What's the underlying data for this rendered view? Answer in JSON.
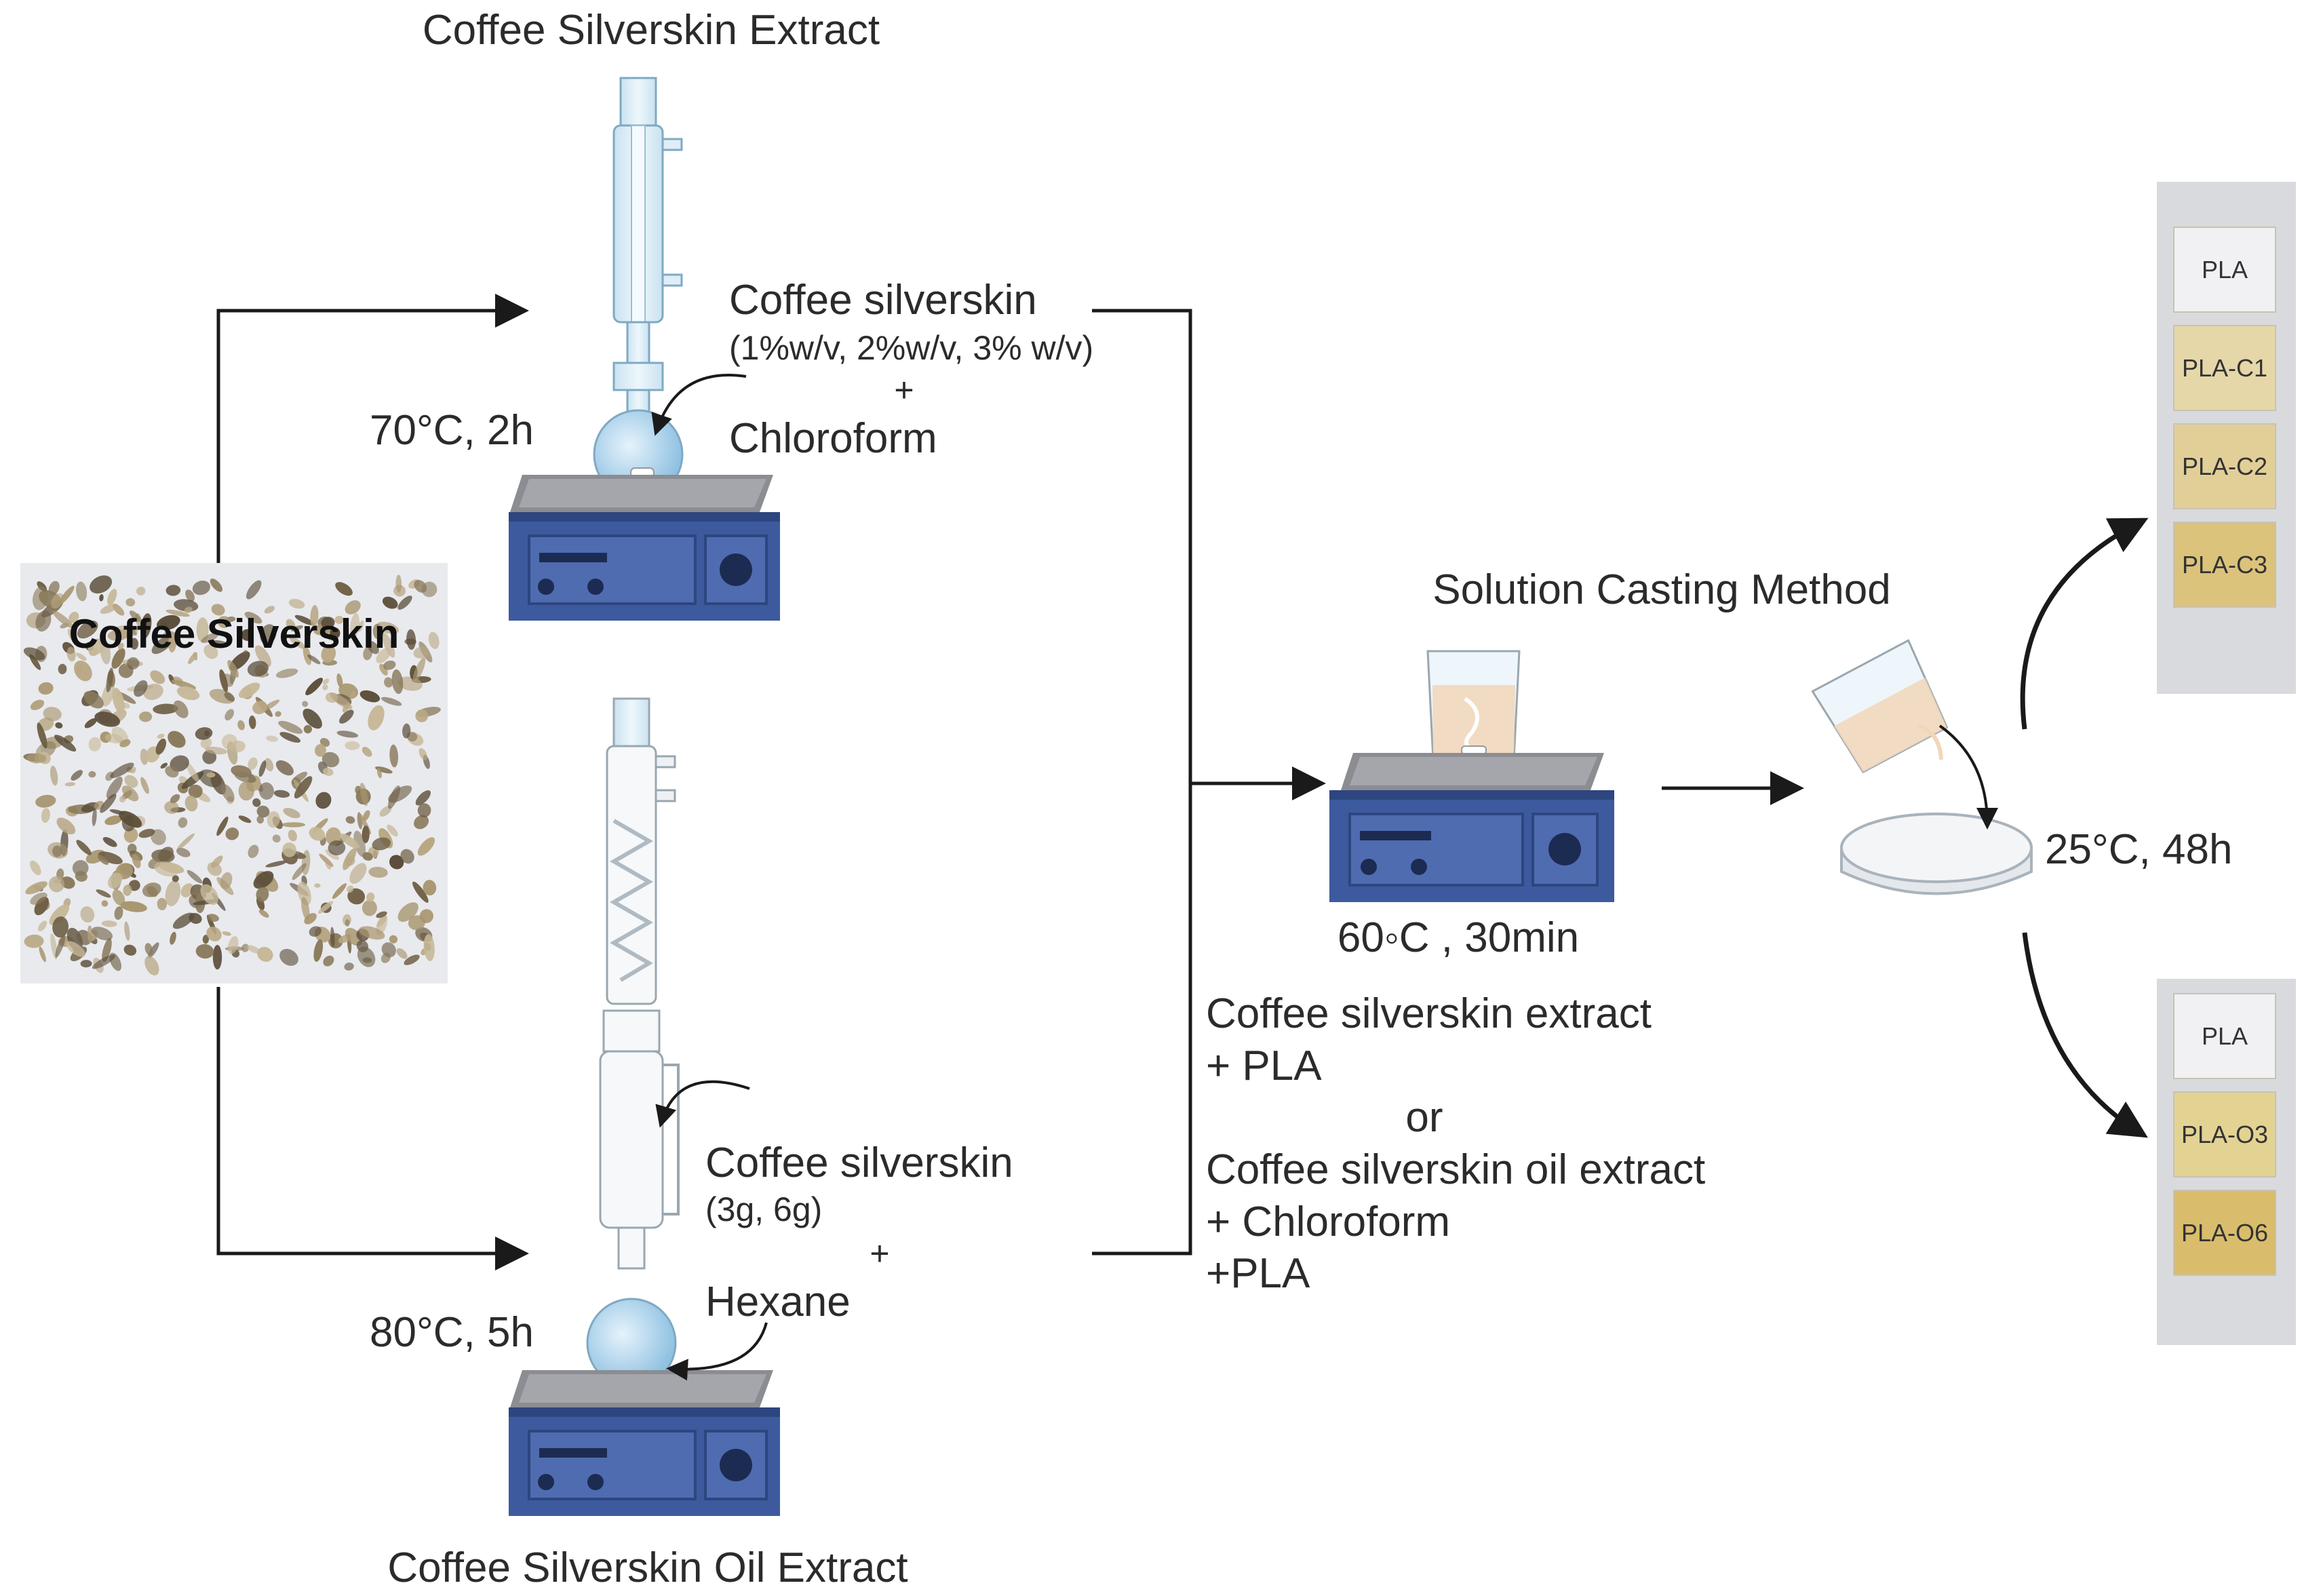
{
  "titles": {
    "top_extract": "Coffee Silverskin Extract",
    "bottom_extract": "Coffee Silverskin Oil Extract",
    "photo_label": "Coffee Silverskin",
    "casting": "Solution Casting Method"
  },
  "top_setup": {
    "reagent": "Coffee silverskin",
    "concentrations": "(1%w/v, 2%w/v, 3% w/v)",
    "plus": "+",
    "solvent": "Chloroform",
    "conditions": "70°C, 2h"
  },
  "bottom_setup": {
    "reagent": "Coffee silverskin",
    "amounts": "(3g, 6g)",
    "plus": "+",
    "solvent": "Hexane",
    "conditions": "80°C, 5h"
  },
  "casting_setup": {
    "conditions": "60◦C , 30min",
    "mix_line1": "Coffee silverskin extract",
    "mix_line2": "+ PLA",
    "mix_or": "or",
    "mix_line3": "Coffee silverskin oil extract",
    "mix_line4": "+ Chloroform",
    "mix_line5": "+PLA",
    "drying": "25°C, 48h"
  },
  "films_top": [
    "PLA",
    "PLA-C1",
    "PLA-C2",
    "PLA-C3"
  ],
  "films_bottom": [
    "PLA",
    "PLA-O3",
    "PLA-O6"
  ],
  "colors": {
    "stirrer_body": "#3d5a9e",
    "stirrer_plate": "#8b8d92",
    "glass": "#dfeef6",
    "liquid": "#9cc9e6",
    "arrow": "#1a1a1a"
  }
}
